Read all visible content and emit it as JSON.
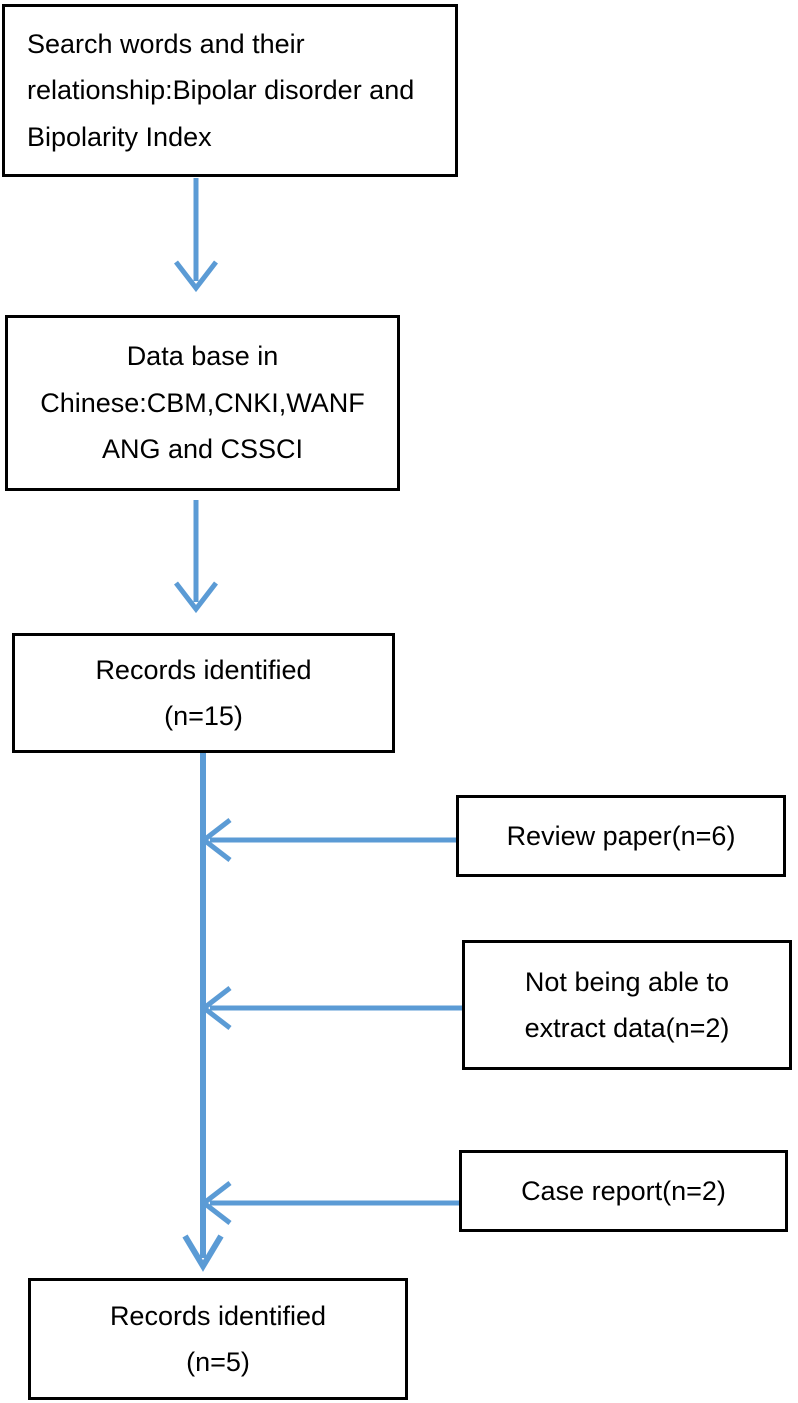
{
  "diagram": {
    "title": "PRISMA-style study selection flow diagram",
    "accent_color": "#5B9BD5",
    "box_border_color": "#000000",
    "background_color": "#FFFFFF"
  },
  "nodes": {
    "search": {
      "name": "search-words-box",
      "lines": [
        "Search words and their",
        "relationship:Bipolar disorder and",
        "Bipolarity Index"
      ]
    },
    "database": {
      "name": "database-box",
      "lines": [
        "Data base in",
        "Chinese:CBM,CNKI,WANF",
        "ANG and CSSCI"
      ]
    },
    "records_initial": {
      "name": "records-identified-initial-box",
      "lines": [
        "Records identified",
        "(n=15)"
      ]
    },
    "review_paper": {
      "name": "exclusion-review-paper-box",
      "lines": [
        "Review paper(n=6)"
      ]
    },
    "no_extract": {
      "name": "exclusion-not-able-to-extract-box",
      "lines": [
        "Not being able to",
        "extract data(n=2)"
      ]
    },
    "case_report": {
      "name": "exclusion-case-report-box",
      "lines": [
        "Case report(n=2)"
      ]
    },
    "records_final": {
      "name": "records-identified-final-box",
      "lines": [
        "Records identified",
        "(n=5)"
      ]
    }
  },
  "connectors": [
    {
      "name": "arrow-search-to-database",
      "direction": "down",
      "from": "search",
      "to": "database"
    },
    {
      "name": "arrow-database-to-records",
      "direction": "down",
      "from": "database",
      "to": "records_initial"
    },
    {
      "name": "arrow-review-paper-to-spine",
      "direction": "left",
      "from": "review_paper",
      "to": "spine"
    },
    {
      "name": "arrow-no-extract-to-spine",
      "direction": "left",
      "from": "no_extract",
      "to": "spine"
    },
    {
      "name": "arrow-case-report-to-spine",
      "direction": "left",
      "from": "case_report",
      "to": "spine"
    },
    {
      "name": "arrow-spine-to-records-final",
      "direction": "down",
      "from": "records_initial",
      "to": "records_final"
    }
  ],
  "chart_data": {
    "type": "diagram",
    "title": "Study selection flow",
    "stages": [
      {
        "label": "Records identified",
        "n": 15
      },
      {
        "label": "Records identified",
        "n": 5
      }
    ],
    "exclusions": [
      {
        "label": "Review paper",
        "n": 6
      },
      {
        "label": "Not being able to extract data",
        "n": 2
      },
      {
        "label": "Case report",
        "n": 2
      }
    ]
  }
}
